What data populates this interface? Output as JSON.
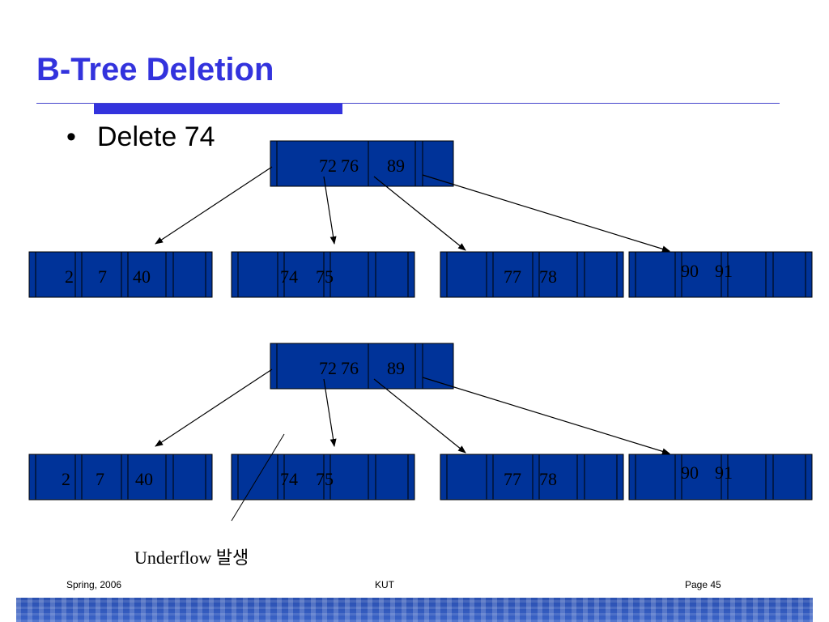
{
  "title": "B-Tree Deletion",
  "bullet": "Delete 74",
  "colors": {
    "title": "#3333dd",
    "node_fill": "#003399",
    "band": "#2a4fb0"
  },
  "trees": [
    {
      "root": {
        "keys": [
          "72",
          "76",
          "89"
        ]
      },
      "children": [
        {
          "keys": [
            "2",
            "7",
            "40"
          ]
        },
        {
          "keys": [
            "74",
            "75"
          ]
        },
        {
          "keys": [
            "77",
            "78"
          ]
        },
        {
          "keys": [
            "90",
            "91"
          ]
        }
      ]
    },
    {
      "root": {
        "keys": [
          "72",
          "76",
          "89"
        ]
      },
      "children": [
        {
          "keys": [
            "2",
            "7",
            "40"
          ]
        },
        {
          "keys": [
            "74",
            "75"
          ]
        },
        {
          "keys": [
            "77",
            "78"
          ]
        },
        {
          "keys": [
            "90",
            "91"
          ]
        }
      ]
    }
  ],
  "annotation": "Underflow 발생",
  "footer": {
    "left": "Spring, 2006",
    "center": "KUT",
    "right": "Page 45"
  }
}
